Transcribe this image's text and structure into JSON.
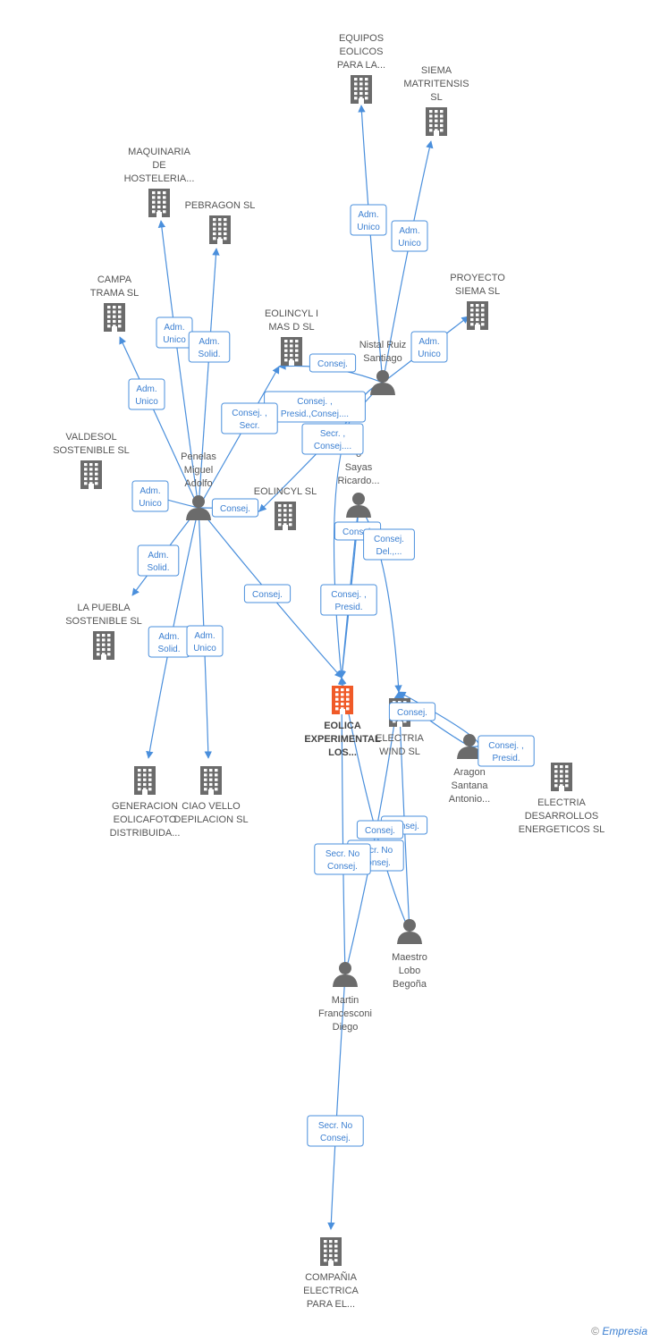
{
  "colors": {
    "edge": "#4a8fdc",
    "node": "#6b6b6b",
    "main_node": "#f05a28"
  },
  "nodes": [
    {
      "id": "equipos",
      "type": "company",
      "label": [
        "EQUIPOS",
        "EOLICOS",
        "PARA LA..."
      ]
    },
    {
      "id": "siema_m",
      "type": "company",
      "label": [
        "SIEMA",
        "MATRITENSIS",
        "SL"
      ]
    },
    {
      "id": "maquinaria",
      "type": "company",
      "label": [
        "MAQUINARIA",
        "DE",
        "HOSTELERIA..."
      ]
    },
    {
      "id": "pebragon",
      "type": "company",
      "label": [
        "PEBRAGON SL"
      ]
    },
    {
      "id": "campa",
      "type": "company",
      "label": [
        "CAMPA",
        "TRAMA  SL"
      ]
    },
    {
      "id": "proyecto",
      "type": "company",
      "label": [
        "PROYECTO",
        "SIEMA SL"
      ]
    },
    {
      "id": "eolincyl_i",
      "type": "company",
      "label": [
        "EOLINCYL I",
        "MAS D SL"
      ]
    },
    {
      "id": "nistal",
      "type": "person",
      "label": [
        "Nistal Ruiz",
        "Santiago"
      ]
    },
    {
      "id": "valdesol",
      "type": "company",
      "label": [
        "VALDESOL",
        "SOSTENIBLE SL"
      ]
    },
    {
      "id": "penelas",
      "type": "person",
      "label": [
        "Penelas",
        "Miguel",
        "Adolfo"
      ]
    },
    {
      "id": "sayas",
      "type": "person",
      "label": [
        "o",
        "Sayas",
        "Ricardo..."
      ]
    },
    {
      "id": "eolincyl",
      "type": "company",
      "label": [
        "EOLINCYL SL"
      ]
    },
    {
      "id": "la_puebla",
      "type": "company",
      "label": [
        "LA PUEBLA",
        "SOSTENIBLE SL"
      ]
    },
    {
      "id": "eolica",
      "type": "main",
      "label": [
        "EOLICA",
        "EXPERIMENTAL",
        "LOS..."
      ]
    },
    {
      "id": "electria_wind",
      "type": "company",
      "label": [
        "ELECTRIA",
        "WIND SL"
      ]
    },
    {
      "id": "aragon",
      "type": "person",
      "label": [
        "Aragon",
        "Santana",
        "Antonio..."
      ]
    },
    {
      "id": "electria_des",
      "type": "company",
      "label": [
        "ELECTRIA",
        "DESARROLLOS",
        "ENERGETICOS SL"
      ]
    },
    {
      "id": "generacion",
      "type": "company",
      "label": [
        "GENERACION",
        "EOLICAFOTO",
        "DISTRIBUIDA..."
      ]
    },
    {
      "id": "ciao",
      "type": "company",
      "label": [
        "CIAO VELLO",
        "DEPILACION SL"
      ]
    },
    {
      "id": "maestro",
      "type": "person",
      "label": [
        "Maestro",
        "Lobo",
        "Begoña"
      ]
    },
    {
      "id": "martin",
      "type": "person",
      "label": [
        "Martin",
        "Francesconi",
        "Diego"
      ]
    },
    {
      "id": "compania",
      "type": "company",
      "label": [
        "COMPAÑIA",
        "ELECTRICA",
        "PARA EL..."
      ]
    }
  ],
  "relations": [
    {
      "from": "nistal",
      "to": "equipos",
      "label": [
        "Adm.",
        "Unico"
      ]
    },
    {
      "from": "nistal",
      "to": "siema_m",
      "label": [
        "Adm.",
        "Unico"
      ]
    },
    {
      "from": "nistal",
      "to": "proyecto",
      "label": [
        "Adm.",
        "Unico"
      ]
    },
    {
      "from": "nistal",
      "to": "eolincyl_i",
      "label": [
        "Consej."
      ]
    },
    {
      "from": "nistal",
      "to": "eolica",
      "label": [
        "Consej. ,",
        "Presid.,Consej...."
      ]
    },
    {
      "from": "nistal",
      "to": "eolincyl",
      "label": [
        "Secr. ,",
        "Consej...."
      ]
    },
    {
      "from": "penelas",
      "to": "maquinaria",
      "label": [
        "Adm.",
        "Unico"
      ]
    },
    {
      "from": "penelas",
      "to": "pebragon",
      "label": [
        "Adm.",
        "Solid."
      ]
    },
    {
      "from": "penelas",
      "to": "campa",
      "label": [
        "Adm.",
        "Unico"
      ]
    },
    {
      "from": "penelas",
      "to": "eolincyl_i",
      "label": [
        "Consej. ,",
        "Secr."
      ]
    },
    {
      "from": "penelas",
      "to": "valdesol",
      "label": [
        "Adm.",
        "Unico"
      ]
    },
    {
      "from": "penelas",
      "to": "eolincyl",
      "label": [
        "Consej."
      ]
    },
    {
      "from": "penelas",
      "to": "la_puebla",
      "label": [
        "Adm.",
        "Solid."
      ]
    },
    {
      "from": "penelas",
      "to": "generacion",
      "label": [
        "Adm.",
        "Solid."
      ]
    },
    {
      "from": "penelas",
      "to": "ciao",
      "label": [
        "Adm.",
        "Unico"
      ]
    },
    {
      "from": "penelas",
      "to": "eolica",
      "label": [
        "Consej."
      ]
    },
    {
      "from": "sayas",
      "to": "eolica",
      "label": [
        "Consej. ,",
        "Presid."
      ]
    },
    {
      "from": "sayas",
      "to": "eolica",
      "label": [
        "Consej."
      ]
    },
    {
      "from": "sayas",
      "to": "electria_wind",
      "label": [
        "Consej.",
        "Del.,..."
      ]
    },
    {
      "from": "aragon",
      "to": "electria_wind",
      "label": [
        "Consej."
      ]
    },
    {
      "from": "aragon",
      "to": "electria_wind",
      "label": [
        "Consej. ,",
        "Presid."
      ]
    },
    {
      "from": "maestro",
      "to": "electria_wind",
      "label": [
        "Consej."
      ]
    },
    {
      "from": "maestro",
      "to": "eolica",
      "label": [
        "Secr.  No",
        "Consej."
      ]
    },
    {
      "from": "martin",
      "to": "electria_wind",
      "label": [
        "Consej."
      ]
    },
    {
      "from": "martin",
      "to": "eolica",
      "label": [
        "Secr.  No",
        "Consej."
      ]
    },
    {
      "from": "martin",
      "to": "compania",
      "label": [
        "Secr.  No",
        "Consej."
      ]
    }
  ],
  "footer": {
    "copyright": "©",
    "brand": "Empresia"
  }
}
